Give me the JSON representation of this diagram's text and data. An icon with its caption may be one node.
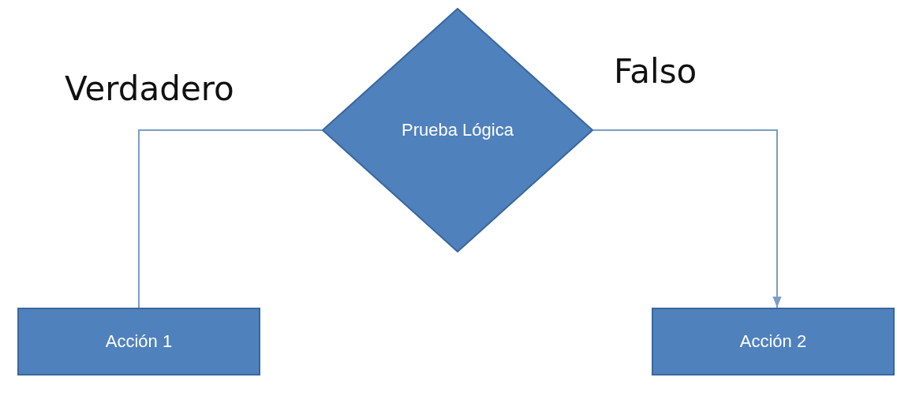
{
  "diagram": {
    "nodes": [
      {
        "text": [
          "Prueba Lógica"
        ]
      },
      {
        "text": [
          "Acción 1"
        ]
      },
      {
        "text": [
          "Acción 2"
        ]
      }
    ],
    "edges": [
      {
        "from": 0,
        "to": 1,
        "arrow": "none",
        "label": "Verdadero"
      },
      {
        "from": 0,
        "to": 2,
        "arrow": "to",
        "label": "Falso"
      }
    ]
  }
}
